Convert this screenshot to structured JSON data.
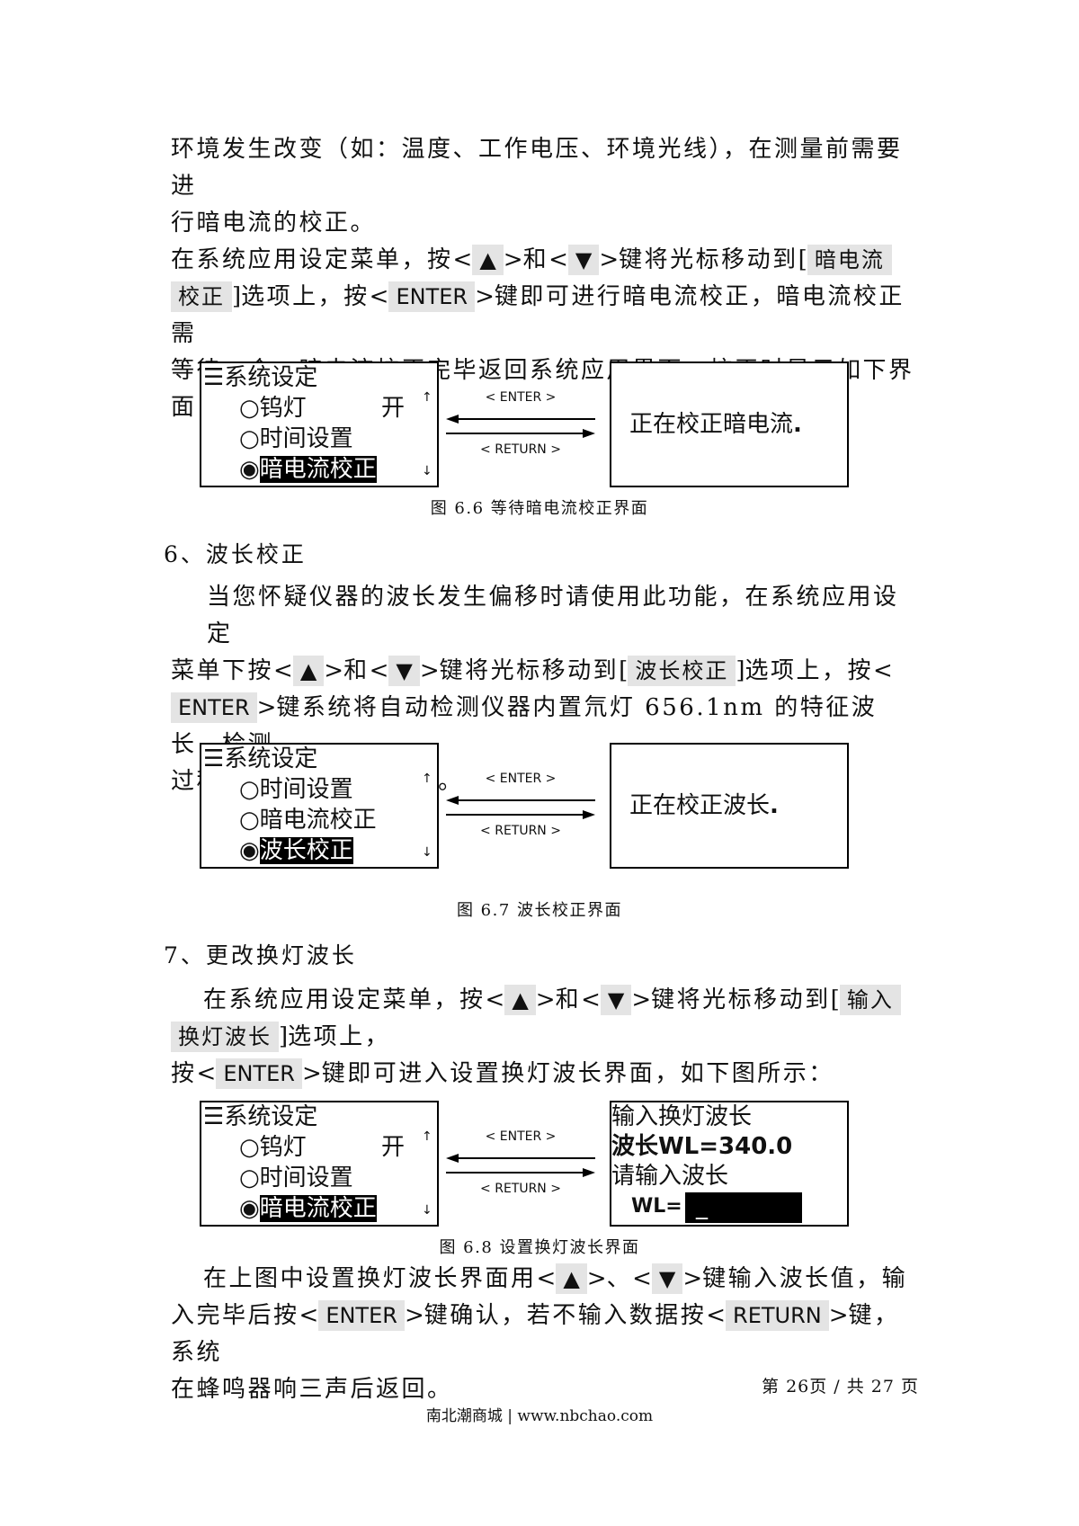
{
  "p1": {
    "line1": "环境发生改变（如：温度、工作电压、环境光线），在测量前需要进",
    "line2": "行暗电流的校正。",
    "s1": "在系统应用设定菜单，按",
    "up": "▲",
    "and": "和",
    "down": "▼",
    "s2": "键将光标移动到",
    "item_a": "暗电流",
    "item_b": "校正",
    "s3": "选项上，按",
    "enter": "ENTER",
    "s4": "键即可进行暗电流校正，暗电流校正需",
    "line5": "等待一会，暗电流校正完毕返回系统应用界面。校正时显示如下界",
    "line6": "面："
  },
  "fig66": {
    "menu_title": "系统设定",
    "rows": [
      "○钨灯",
      "○时间设置",
      "◉"
    ],
    "row1_value": "开",
    "selected": "暗电流校正",
    "enter_label": "< ENTER >",
    "return_label": "< RETURN >",
    "screen_text": "正在校正暗电流",
    "caption": "图 6.6  等待暗电流校正界面"
  },
  "sec6": {
    "heading": "6、波长校正",
    "s1": "当您怀疑仪器的波长发生偏移时请使用此功能，在系统应用设定",
    "s2": "菜单下按",
    "up": "▲",
    "and": "和",
    "down": "▼",
    "s3": "键将光标移动到",
    "item": "波长校正",
    "s4": "选项上，按",
    "enter": "ENTER",
    "s5": "键系统将自动检测仪器内置氘灯 656.1nm 的特征波长，检测",
    "s6": "过程大约是 2 分钟左右。"
  },
  "fig67": {
    "menu_title": "系统设定",
    "rows": [
      "○时间设置",
      "○暗电流校正",
      "◉"
    ],
    "selected": "波长校正",
    "enter_label": "< ENTER >",
    "return_label": "< RETURN >",
    "screen_text": "正在校正波长",
    "caption": "图 6.7  波长校正界面"
  },
  "sec7": {
    "heading": "7、更改换灯波长",
    "s1": "在系统应用设定菜单，按",
    "up": "▲",
    "and": "和",
    "down": "▼",
    "s2": "键将光标移动到",
    "item_a": "输入",
    "item_b": "换灯波长",
    "s3": "选项上，",
    "s4": "按",
    "enter": "ENTER",
    "s5": "键即可进入设置换灯波长界面，如下图所示："
  },
  "fig68": {
    "menu_title": "系统设定",
    "rows": [
      "○钨灯",
      "○时间设置",
      "◉"
    ],
    "row1_value": "开",
    "selected": "暗电流校正",
    "enter_label": "< ENTER >",
    "return_label": "< RETURN >",
    "screen_line1": "输入换灯波长",
    "screen_line2": "波长WL=340.0",
    "screen_line3": "请输入波长",
    "screen_line4": "WL=",
    "input_value": "_",
    "caption": "图 6.8  设置换灯波长界面"
  },
  "p_end": {
    "s1": "在上图中设置换灯波长界面用",
    "up": "▲",
    "sep": "、",
    "down": "▼",
    "s2": "键输入波长值，输",
    "s3": "入完毕后按",
    "enter": "ENTER",
    "s4": "键确认，若不输入数据按",
    "return": "RETURN",
    "s5": "键，系统",
    "s6": "在蜂鸣器响三声后返回。"
  },
  "footer": {
    "page": "第 26页  /  共 27 页",
    "site": "南北潮商城  |  www.nbchao.com"
  }
}
